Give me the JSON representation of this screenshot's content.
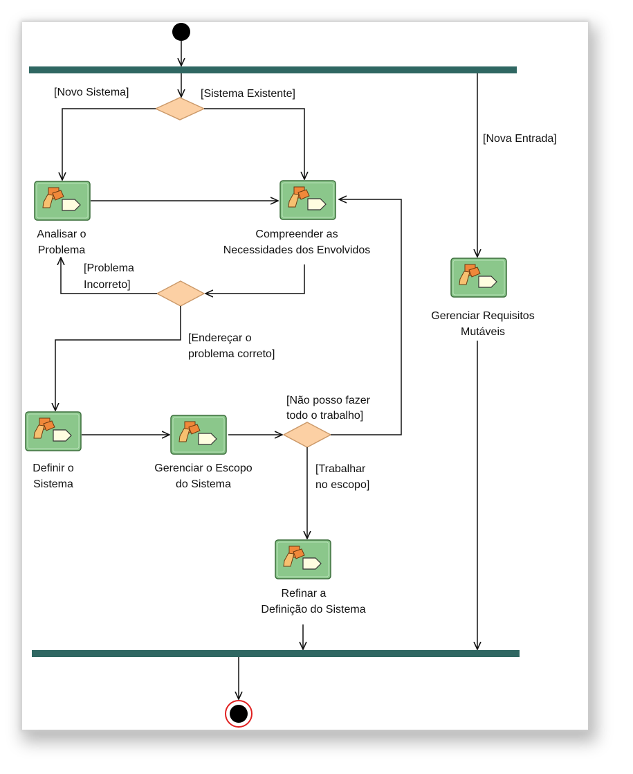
{
  "colors": {
    "sync_bar": "#2f6762",
    "decision_fill": "#fcd0a4",
    "decision_stroke": "#cc9a6a",
    "activity_fill": "#8bc78b",
    "activity_stroke": "#3c6e3c",
    "icon_orange": "#f0883a",
    "icon_pale": "#fffde0",
    "final_ring": "#e02020",
    "line": "#111111"
  },
  "guards": {
    "novo_sistema": "[Novo Sistema]",
    "sistema_existente": "[Sistema Existente]",
    "nova_entrada": "[Nova Entrada]",
    "problema_incorreto_1": "[Problema",
    "problema_incorreto_2": "Incorreto]",
    "enderecar_1": "[Endereçar o",
    "enderecar_2": "problema correto]",
    "nao_posso_1": "[Não posso fazer",
    "nao_posso_2": "todo o trabalho]",
    "trabalhar_1": "[Trabalhar",
    "trabalhar_2": "no escopo]"
  },
  "activities": {
    "analisar_1": "Analisar o",
    "analisar_2": "Problema",
    "compreender_1": "Compreender as",
    "compreender_2": "Necessidades dos Envolvidos",
    "gerenciar_req_1": "Gerenciar Requisitos",
    "gerenciar_req_2": "Mutáveis",
    "definir_1": "Definir o",
    "definir_2": "Sistema",
    "escopo_1": "Gerenciar o Escopo",
    "escopo_2": "do Sistema",
    "refinar_1": "Refinar a",
    "refinar_2": "Definição do Sistema"
  },
  "icons": {
    "activity": "activity-icon"
  }
}
